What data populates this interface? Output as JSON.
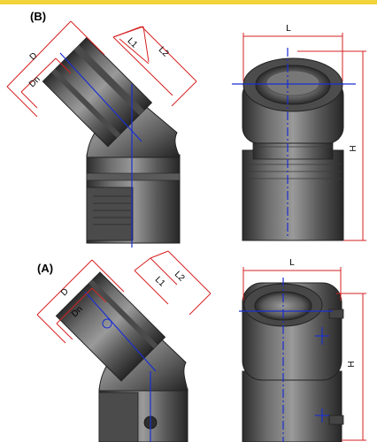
{
  "colors": {
    "accent_bar": "#f2d33a",
    "dimension_line": "#d62020",
    "axis_line": "#1a2fd0",
    "part_dark": "#3a3a3a",
    "part_light": "#8a8a8a"
  },
  "figure_b": {
    "tag": "(B)",
    "side_view": {
      "d_label": "D",
      "dn_label": "Dn",
      "l1_label": "L1",
      "l2_label": "L2"
    },
    "front_view": {
      "l_label": "L",
      "h_label": "H"
    }
  },
  "figure_a": {
    "tag": "(A)",
    "side_view": {
      "d_label": "D",
      "dn_label": "Dn",
      "l1_label": "L1",
      "l2_label": "L2"
    },
    "front_view": {
      "l_label": "L",
      "h_label": "H"
    }
  }
}
